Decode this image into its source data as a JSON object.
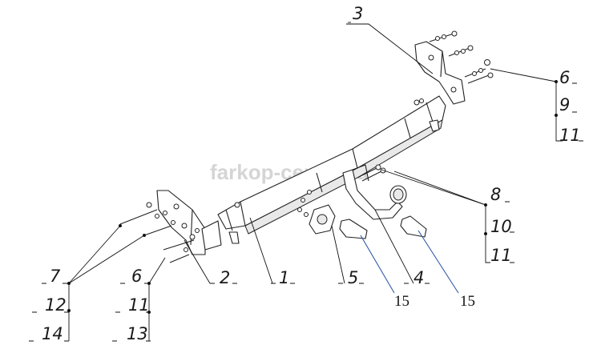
{
  "watermark": "farkop-center.ru",
  "callouts": {
    "c3": "3",
    "c6a": "6",
    "c9": "9",
    "c11a": "11",
    "c8": "8",
    "c10": "10",
    "c11b": "11",
    "c7": "7",
    "c12": "12",
    "c14": "14",
    "c6b": "6",
    "c11c": "11",
    "c13": "13",
    "c2": "2",
    "c1": "1",
    "c5": "5",
    "c4": "4",
    "c15a": "15",
    "c15b": "15"
  },
  "colors": {
    "line": "#222222",
    "leader_blue": "#2f5aa8",
    "watermark": "#d5d5d5"
  }
}
